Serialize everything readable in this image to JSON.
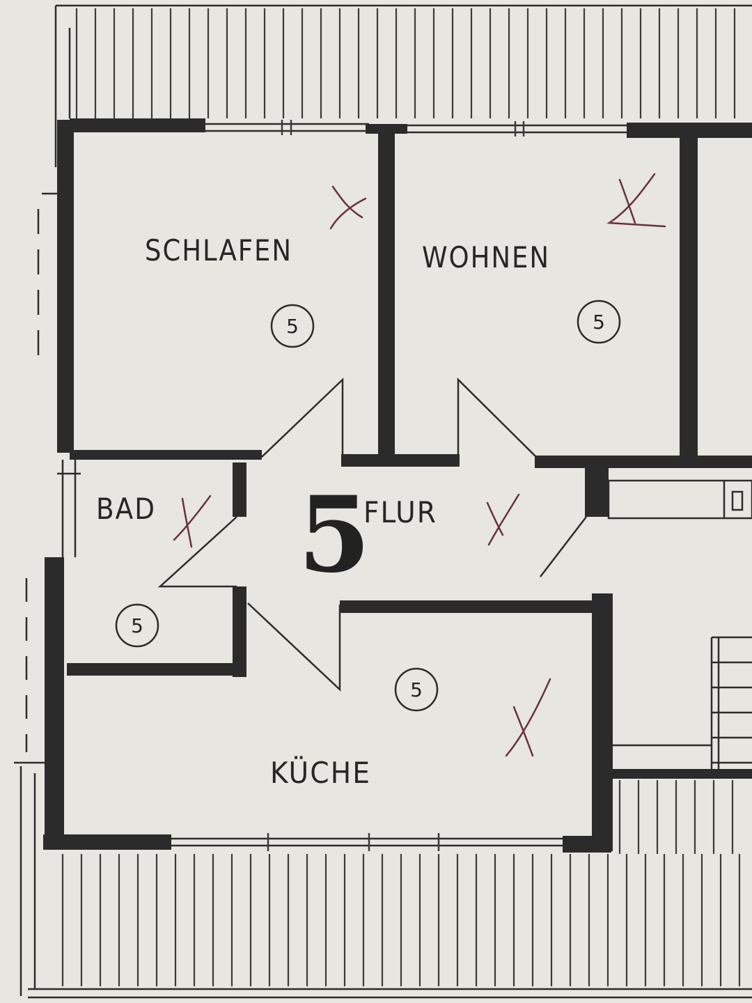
{
  "plan": {
    "unit_number": "5",
    "rooms": [
      {
        "id": "schlafen",
        "name": "SCHLAFEN",
        "marker": "5"
      },
      {
        "id": "wohnen",
        "name": "WOHNEN",
        "marker": "5"
      },
      {
        "id": "bad",
        "name": "BAD",
        "marker": "5"
      },
      {
        "id": "flur",
        "name": "FLUR",
        "marker": ""
      },
      {
        "id": "kueche",
        "name": "KÜCHE",
        "marker": "5"
      }
    ]
  }
}
